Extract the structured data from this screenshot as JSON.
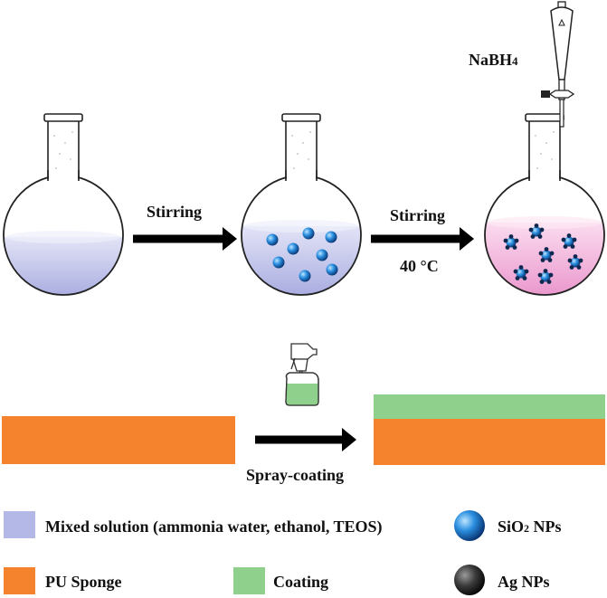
{
  "labels": {
    "step1": "Stirring",
    "step2": "Stirring",
    "temperature": "40 °C",
    "reagent_base": "NaBH",
    "reagent_sub": "4",
    "spray": "Spray-coating"
  },
  "legend": {
    "mixed_solution": "Mixed solution (ammonia water, ethanol, TEOS)",
    "sio2_base": "SiO",
    "sio2_sub": "2",
    "sio2_rest": " NPs",
    "pu_sponge": "PU Sponge",
    "coating": "Coating",
    "ag": "Ag NPs"
  },
  "colors": {
    "mixed_solution": "#b4b8e6",
    "pink_solution": "#ee9cd2",
    "pu_sponge": "#f5822d",
    "coating": "#8fd08c",
    "sio2": "#1e7fd0",
    "ag": "#3a3a3a",
    "arrow": "#000000"
  }
}
